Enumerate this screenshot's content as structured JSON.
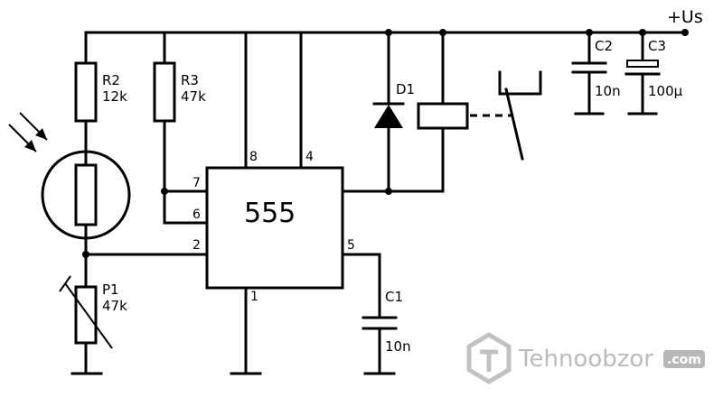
{
  "supply_label": "+Us",
  "ic": {
    "label": "555",
    "pins": {
      "p1": "1",
      "p2": "2",
      "p4": "4",
      "p5": "5",
      "p6": "6",
      "p7": "7",
      "p8": "8"
    }
  },
  "components": {
    "r2": {
      "name": "R2",
      "value": "12k"
    },
    "r3": {
      "name": "R3",
      "value": "47k"
    },
    "p1": {
      "name": "P1",
      "value": "47k"
    },
    "d1": {
      "name": "D1"
    },
    "c1": {
      "name": "C1",
      "value": "10n"
    },
    "c2": {
      "name": "C2",
      "value": "10n"
    },
    "c3": {
      "name": "C3",
      "value": "100µ"
    }
  },
  "watermark": {
    "text": "Tehnoobzor",
    "suffix": ".com"
  }
}
